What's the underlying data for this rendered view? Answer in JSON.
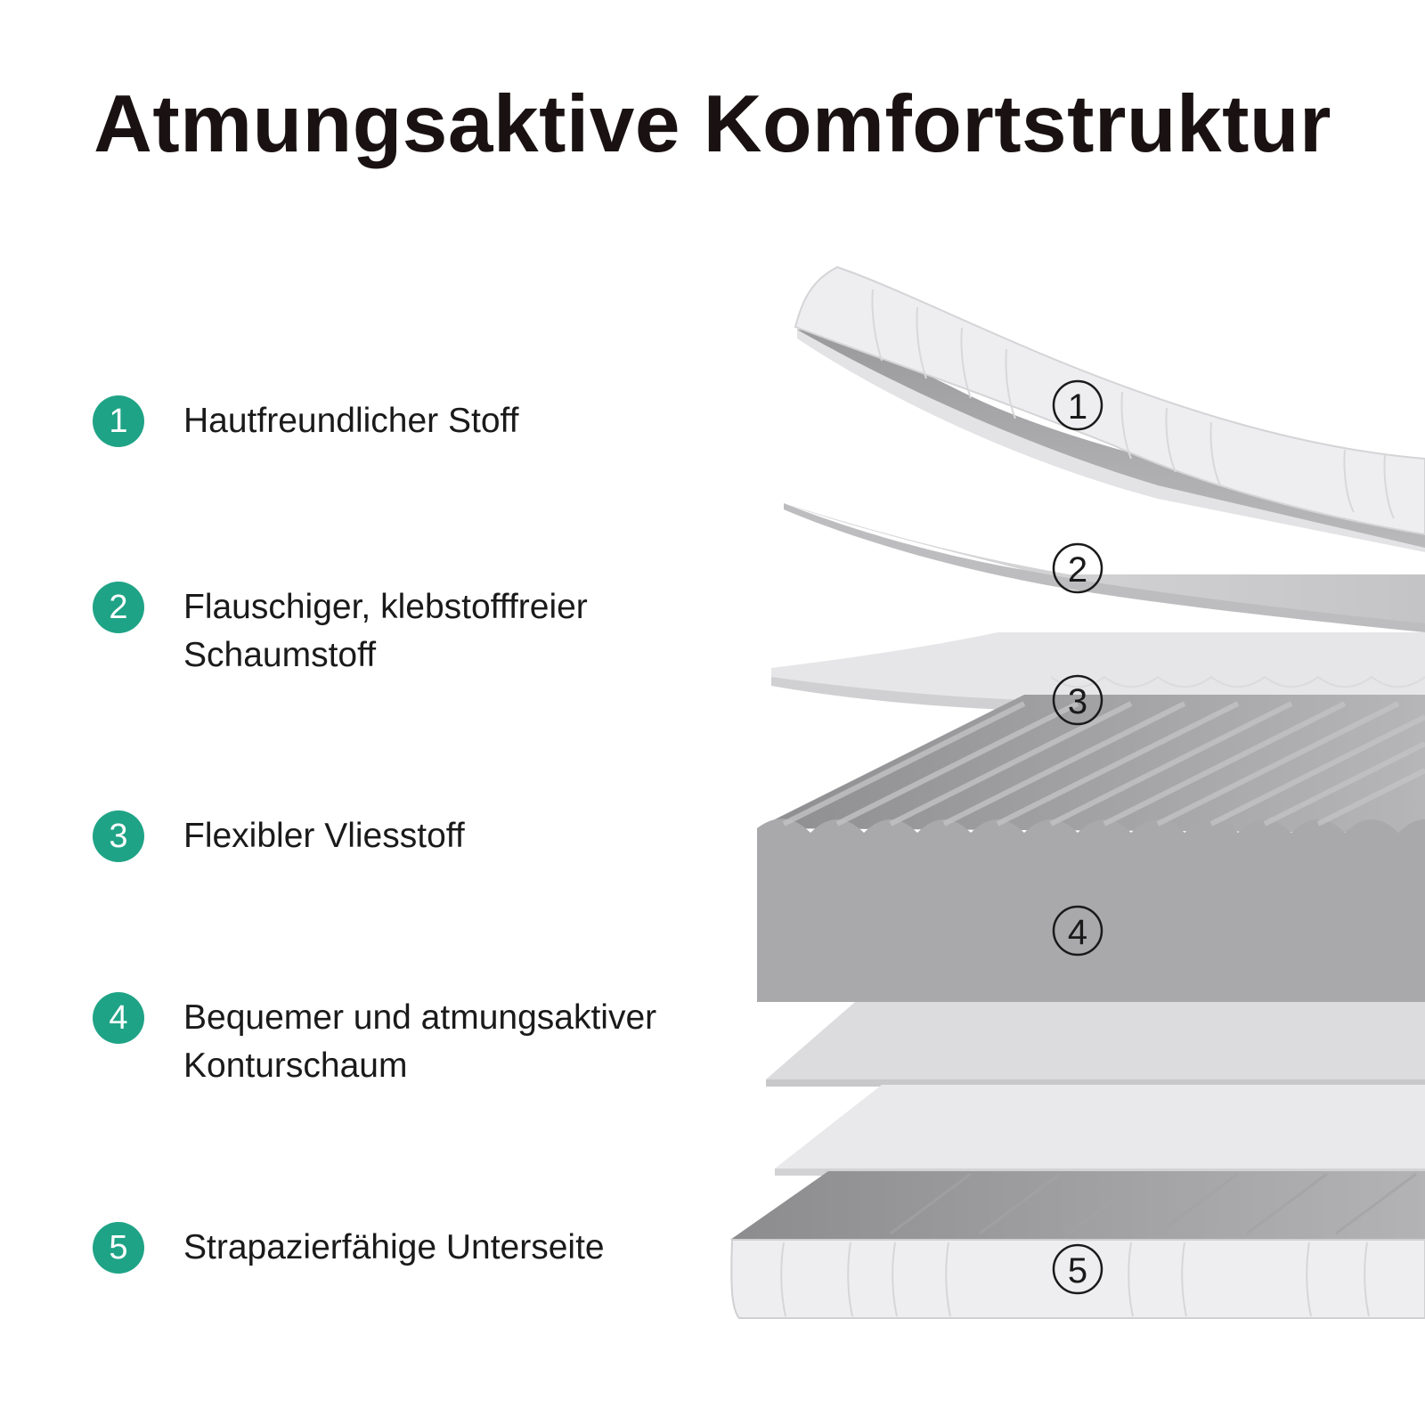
{
  "title": "Atmungsaktive Komfortstruktur",
  "legend": [
    {
      "number": "1",
      "lines": [
        "Hautfreundlicher Stoff"
      ]
    },
    {
      "number": "2",
      "lines": [
        "Flauschiger, klebstofffreier",
        "Schaumstoff"
      ]
    },
    {
      "number": "3",
      "lines": [
        "Flexibler Vliesstoff"
      ]
    },
    {
      "number": "4",
      "lines": [
        "Bequemer und atmungsaktiver",
        "Konturschaum"
      ]
    },
    {
      "number": "5",
      "lines": [
        "Strapazierfähige Unterseite"
      ]
    }
  ],
  "layer_markers": [
    "①",
    "②",
    "③",
    "④",
    "⑤"
  ],
  "colors": {
    "badge": "#1fa386",
    "title": "#1a1212",
    "foam": "#a9a9ab",
    "fabric": "#ececee"
  }
}
